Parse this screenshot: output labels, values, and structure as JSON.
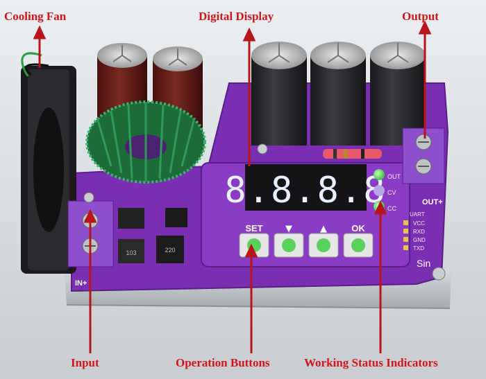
{
  "labels": {
    "cooling_fan": "Cooling Fan",
    "digital_display": "Digital Display",
    "output": "Output",
    "input": "Input",
    "operation_buttons": "Operation Buttons",
    "working_status_indicators": "Working Status Indicators"
  },
  "board": {
    "display_text": "8.8.8.8",
    "button_labels": [
      "SET",
      "▼",
      "▲",
      "OK"
    ],
    "output_terminal_label": "OUT+",
    "input_terminal_label": "IN+",
    "led_labels": [
      "OUT",
      "CV",
      "CC"
    ],
    "uart_label": "UART",
    "uart_pins": [
      "VCC",
      "RXD",
      "GND",
      "TXD"
    ],
    "brand_text": "Sin",
    "inductor_text": "220",
    "regulator_text": "103",
    "colors": {
      "pcb": "#7a2fb3",
      "capacitor": "#2a2a2e",
      "label": "#d3151b",
      "led_green": "#46d94a",
      "display_segments": "#e9f0ff"
    }
  }
}
